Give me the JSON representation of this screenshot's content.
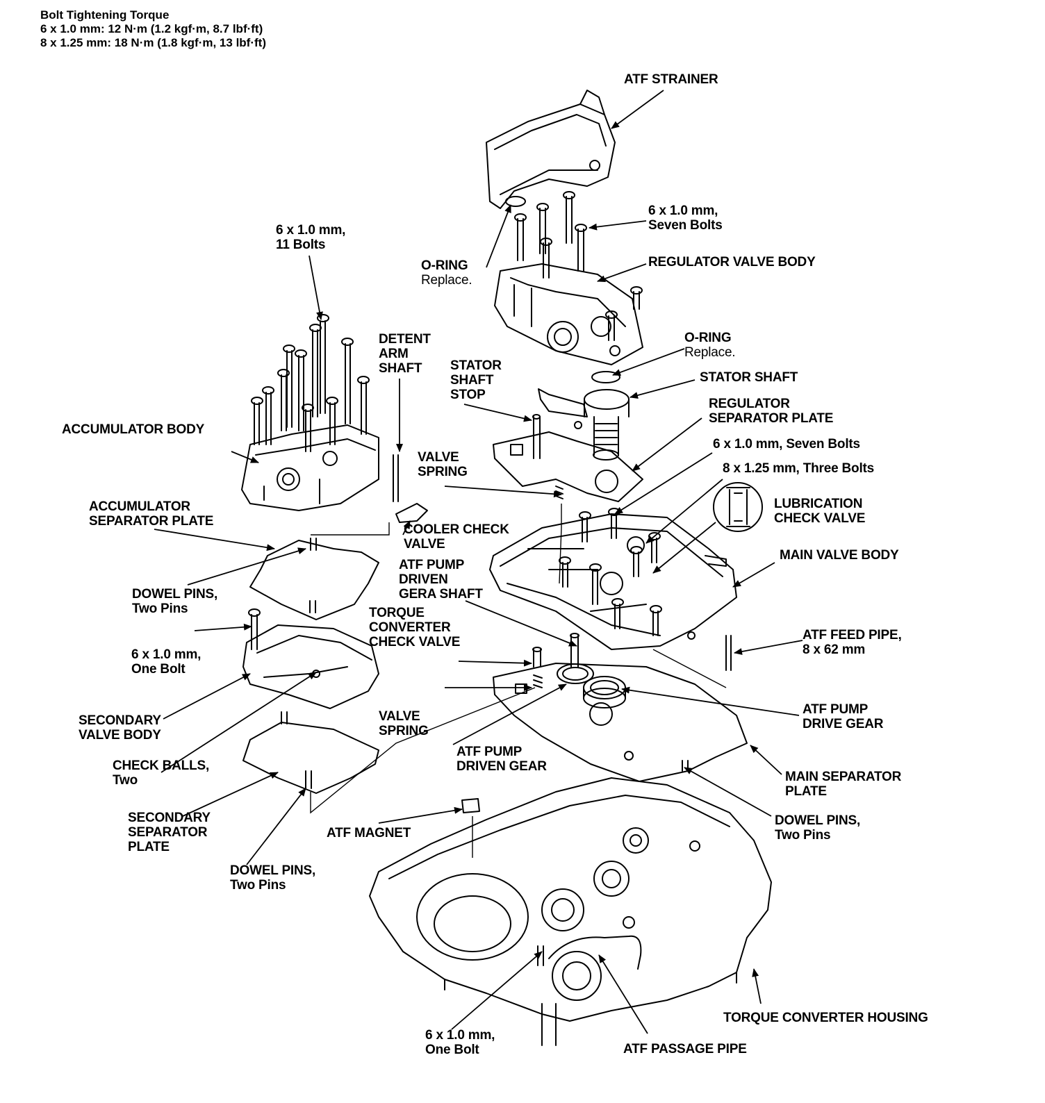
{
  "torque": {
    "heading": "Bolt Tightening Torque",
    "line1": "6 x 1.0 mm: 12 N·m (1.2 kgf·m, 8.7 lbf·ft)",
    "line2": "8 x 1.25 mm: 18 N·m (1.8 kgf·m, 13 lbf·ft)"
  },
  "labels": {
    "atf_strainer": "ATF STRAINER",
    "bolts_seven_top_1": "6 x 1.0 mm,",
    "bolts_seven_top_2": "Seven Bolts",
    "regulator_valve_body": "REGULATOR VALVE BODY",
    "oring_top_1": "O-RING",
    "oring_top_2": "Replace.",
    "bolts_11_1": "6 x 1.0 mm,",
    "bolts_11_2": "11 Bolts",
    "detent_1": "DETENT",
    "detent_2": "ARM",
    "detent_3": "SHAFT",
    "stator_stop_1": "STATOR",
    "stator_stop_2": "SHAFT",
    "stator_stop_3": "STOP",
    "oring_mid_1": "O-RING",
    "oring_mid_2": "Replace.",
    "stator_shaft": "STATOR SHAFT",
    "reg_sep_1": "REGULATOR",
    "reg_sep_2": "SEPARATOR PLATE",
    "bolts_seven_mid": "6 x 1.0 mm, Seven Bolts",
    "bolts_three": "8 x 1.25 mm, Three Bolts",
    "accumulator_body": "ACCUMULATOR BODY",
    "valve_spring_top_1": "VALVE",
    "valve_spring_top_2": "SPRING",
    "lub_check_1": "LUBRICATION",
    "lub_check_2": "CHECK VALVE",
    "acc_sep_1": "ACCUMULATOR",
    "acc_sep_2": "SEPARATOR PLATE",
    "cooler_check_1": "COOLER CHECK",
    "cooler_check_2": "VALVE",
    "main_valve_body": "MAIN VALVE BODY",
    "pump_shaft_1": "ATF PUMP",
    "pump_shaft_2": "DRIVEN",
    "pump_shaft_3": "GERA SHAFT",
    "dowel_a_1": "DOWEL PINS,",
    "dowel_a_2": "Two Pins",
    "tc_check_1": "TORQUE",
    "tc_check_2": "CONVERTER",
    "tc_check_3": "CHECK VALVE",
    "feed_pipe_1": "ATF FEED PIPE,",
    "feed_pipe_2": "8 x 62 mm",
    "one_bolt_a_1": "6 x 1.0 mm,",
    "one_bolt_a_2": "One Bolt",
    "drive_gear_1": "ATF PUMP",
    "drive_gear_2": "DRIVE GEAR",
    "secondary_vb_1": "SECONDARY",
    "secondary_vb_2": "VALVE BODY",
    "valve_spring_low_1": "VALVE",
    "valve_spring_low_2": "SPRING",
    "driven_gear_1": "ATF PUMP",
    "driven_gear_2": "DRIVEN GEAR",
    "check_balls_1": "CHECK BALLS,",
    "check_balls_2": "Two",
    "main_sep_1": "MAIN SEPARATOR",
    "main_sep_2": "PLATE",
    "sec_sep_1": "SECONDARY",
    "sec_sep_2": "SEPARATOR",
    "sec_sep_3": "PLATE",
    "dowel_b_1": "DOWEL PINS,",
    "dowel_b_2": "Two Pins",
    "atf_magnet": "ATF MAGNET",
    "dowel_c_1": "DOWEL PINS,",
    "dowel_c_2": "Two Pins",
    "tc_housing": "TORQUE CONVERTER HOUSING",
    "one_bolt_b_1": "6 x 1.0 mm,",
    "one_bolt_b_2": "One Bolt",
    "passage_pipe": "ATF PASSAGE PIPE"
  }
}
